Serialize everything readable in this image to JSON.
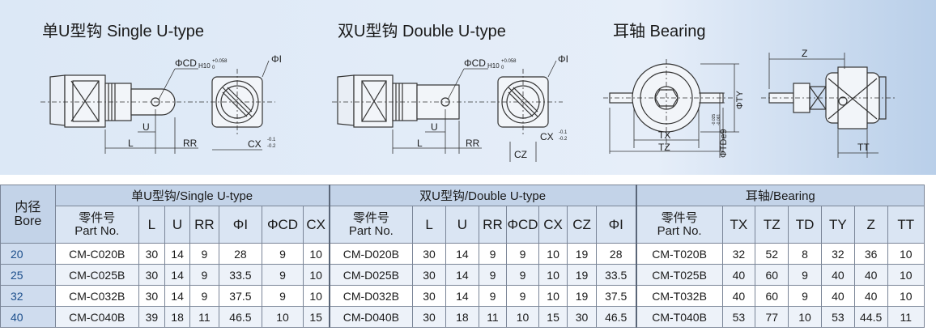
{
  "titles": {
    "single": "单U型钩 Single U-type",
    "double": "双U型钩 Double U-type",
    "bearing": "耳轴 Bearing"
  },
  "drawing_labels": {
    "single": {
      "cd": "ΦCD",
      "cd_tol": "H10",
      "cd_tol_up": "+0.058",
      "cd_tol_low": "0",
      "phi_i": "ΦI",
      "u": "U",
      "l": "L",
      "rr": "RR",
      "cx": "CX",
      "cx_tol_up": "-0.1",
      "cx_tol_low": "-0.2"
    },
    "double": {
      "cd": "ΦCD",
      "cd_tol": "H10",
      "cd_tol_up": "+0.058",
      "cd_tol_low": "0",
      "phi_i": "ΦI",
      "u": "U",
      "l": "L",
      "rr": "RR",
      "cx": "CX",
      "cx_tol_up": "-0.1",
      "cx_tol_low": "-0.2",
      "cz": "CZ"
    },
    "bearing": {
      "ty": "ΦTY",
      "td": "ΦTDe9",
      "td_tol_up": "-0.025",
      "td_tol_low": "-0.061",
      "tx": "TX",
      "tz": "TZ",
      "z": "Z",
      "tt": "TT"
    }
  },
  "table": {
    "bore_header": [
      "内径",
      "Bore"
    ],
    "groups": {
      "single": "单U型钩/Single U-type",
      "double": "双U型钩/Double U-type",
      "bearing": "耳轴/Bearing"
    },
    "part_no": [
      "零件号",
      "Part No."
    ],
    "single_cols": [
      "L",
      "U",
      "RR",
      "ΦI",
      "ΦCD",
      "CX"
    ],
    "double_cols": [
      "L",
      "U",
      "RR",
      "ΦCD",
      "CX",
      "CZ",
      "ΦI"
    ],
    "bearing_cols": [
      "TX",
      "TZ",
      "TD",
      "TY",
      "Z",
      "TT"
    ],
    "rows": [
      {
        "bore": "20",
        "single": [
          "CM-C020B",
          "30",
          "14",
          "9",
          "28",
          "9",
          "10"
        ],
        "double": [
          "CM-D020B",
          "30",
          "14",
          "9",
          "9",
          "10",
          "19",
          "28"
        ],
        "bearing": [
          "CM-T020B",
          "32",
          "52",
          "8",
          "32",
          "36",
          "10"
        ]
      },
      {
        "bore": "25",
        "single": [
          "CM-C025B",
          "30",
          "14",
          "9",
          "33.5",
          "9",
          "10"
        ],
        "double": [
          "CM-D025B",
          "30",
          "14",
          "9",
          "9",
          "10",
          "19",
          "33.5"
        ],
        "bearing": [
          "CM-T025B",
          "40",
          "60",
          "9",
          "40",
          "40",
          "10"
        ]
      },
      {
        "bore": "32",
        "single": [
          "CM-C032B",
          "30",
          "14",
          "9",
          "37.5",
          "9",
          "10"
        ],
        "double": [
          "CM-D032B",
          "30",
          "14",
          "9",
          "9",
          "10",
          "19",
          "37.5"
        ],
        "bearing": [
          "CM-T032B",
          "40",
          "60",
          "9",
          "40",
          "40",
          "10"
        ]
      },
      {
        "bore": "40",
        "single": [
          "CM-C040B",
          "39",
          "18",
          "11",
          "46.5",
          "10",
          "15"
        ],
        "double": [
          "CM-D040B",
          "30",
          "18",
          "11",
          "10",
          "15",
          "30",
          "46.5"
        ],
        "bearing": [
          "CM-T040B",
          "53",
          "77",
          "10",
          "53",
          "44.5",
          "11"
        ]
      }
    ]
  }
}
